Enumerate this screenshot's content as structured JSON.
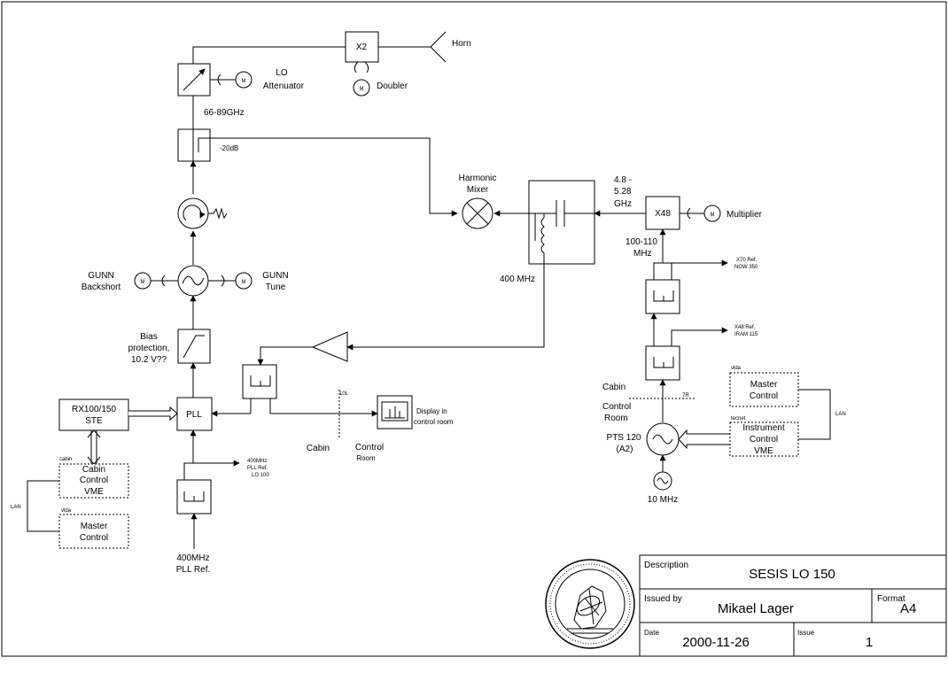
{
  "blocks": {
    "x2": "X2",
    "horn": "Horn",
    "lo_att_1": "LO",
    "lo_att_2": "Attenuator",
    "doubler": "Doubler",
    "freq_66_89": "66-89GHz",
    "minus20db": "-20dB",
    "harmonic_1": "Harmonic",
    "harmonic_2": "Mixer",
    "if_48_1": "4.8 -",
    "if_48_2": "5.28",
    "if_48_3": "GHz",
    "x48": "X48",
    "multiplier": "Multiplier",
    "f100_1": "100-110",
    "f100_2": "MHz",
    "x70_1": "X70 Ref.",
    "x70_2": "NOW 350",
    "x48ref_1": "X48 Ref.",
    "x48ref_2": "IRAM 115",
    "mhz400": "400 MHz",
    "gunn_bs_1": "GUNN",
    "gunn_bs_2": "Backshort",
    "gunn_t_1": "GUNN",
    "gunn_t_2": "Tune",
    "bias_1": "Bias",
    "bias_2": "protection,",
    "bias_3": "10.2 V??",
    "rx_1": "RX100/150",
    "rx_2": "STE",
    "pll": "PLL",
    "pllref_1": "400MHz",
    "pllref_2": "PLL Ref.",
    "pllref_3": "LO 100",
    "ref400_1": "400MHz",
    "ref400_2": "PLL Ref.",
    "cabin_vme_1": "Cabin",
    "cabin_vme_2": "Control",
    "cabin_vme_3": "VME",
    "master_1": "Master",
    "master_2": "Control",
    "lan": "LAN",
    "cabin": "Cabin",
    "control_1": "Control",
    "control_2": "Room",
    "display_1": "Display in",
    "display_2": "control room",
    "cabin_r": "Cabin",
    "control_r1": "Control",
    "control_r2": "Room",
    "pts_1": "PTS 120",
    "pts_2": "(A2)",
    "mhz10": "10 MHz",
    "master_r1": "Master",
    "master_r2": "Control",
    "inst_1": "Instrument",
    "inst_2": "Control",
    "inst_3": "VME",
    "lan_r": "LAN",
    "motor": "M"
  },
  "title_block": {
    "description_label": "Description",
    "description_value": "SESIS LO 150",
    "issued_by_label": "Issued by",
    "issued_by_value": "Mikael Lager",
    "format_label": "Format",
    "format_value": "A4",
    "date_label": "Date",
    "date_value": "2000-11-26",
    "issue_label": "Issue",
    "issue_value": "1"
  }
}
